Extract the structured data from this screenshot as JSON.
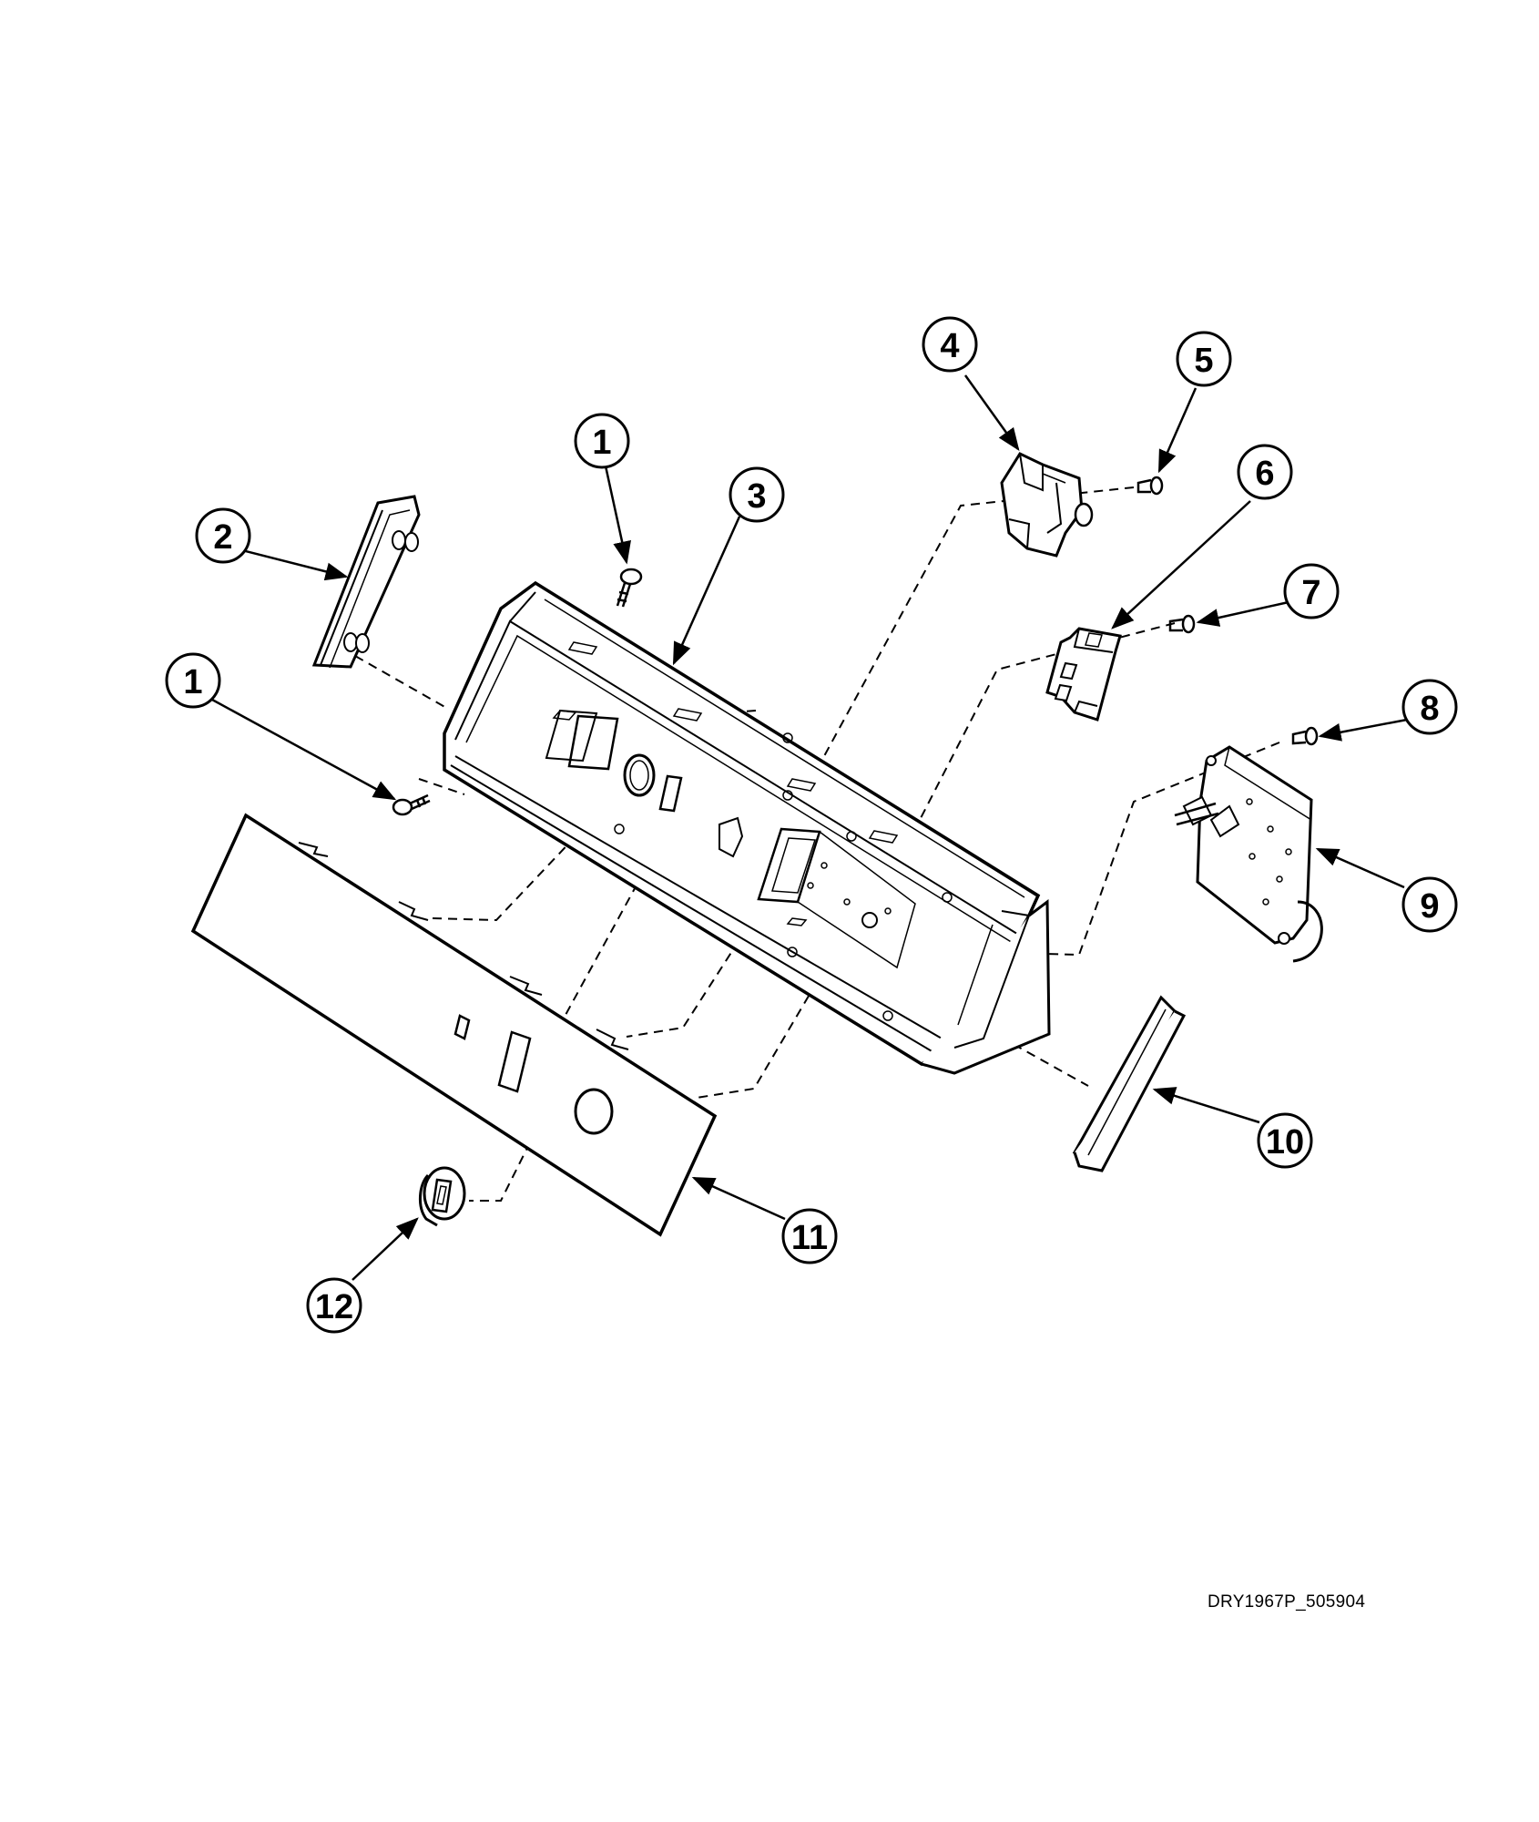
{
  "diagram": {
    "callouts": [
      {
        "id": "c1a",
        "label": "1"
      },
      {
        "id": "c1b",
        "label": "1"
      },
      {
        "id": "c2",
        "label": "2"
      },
      {
        "id": "c3",
        "label": "3"
      },
      {
        "id": "c4",
        "label": "4"
      },
      {
        "id": "c5",
        "label": "5"
      },
      {
        "id": "c6",
        "label": "6"
      },
      {
        "id": "c7",
        "label": "7"
      },
      {
        "id": "c8",
        "label": "8"
      },
      {
        "id": "c9",
        "label": "9"
      },
      {
        "id": "c10",
        "label": "10"
      },
      {
        "id": "c11",
        "label": "11"
      },
      {
        "id": "c12",
        "label": "12"
      }
    ],
    "drawing_code": "DRY1967P_505904",
    "colors": {
      "line": "#000000",
      "background": "#ffffff"
    }
  }
}
